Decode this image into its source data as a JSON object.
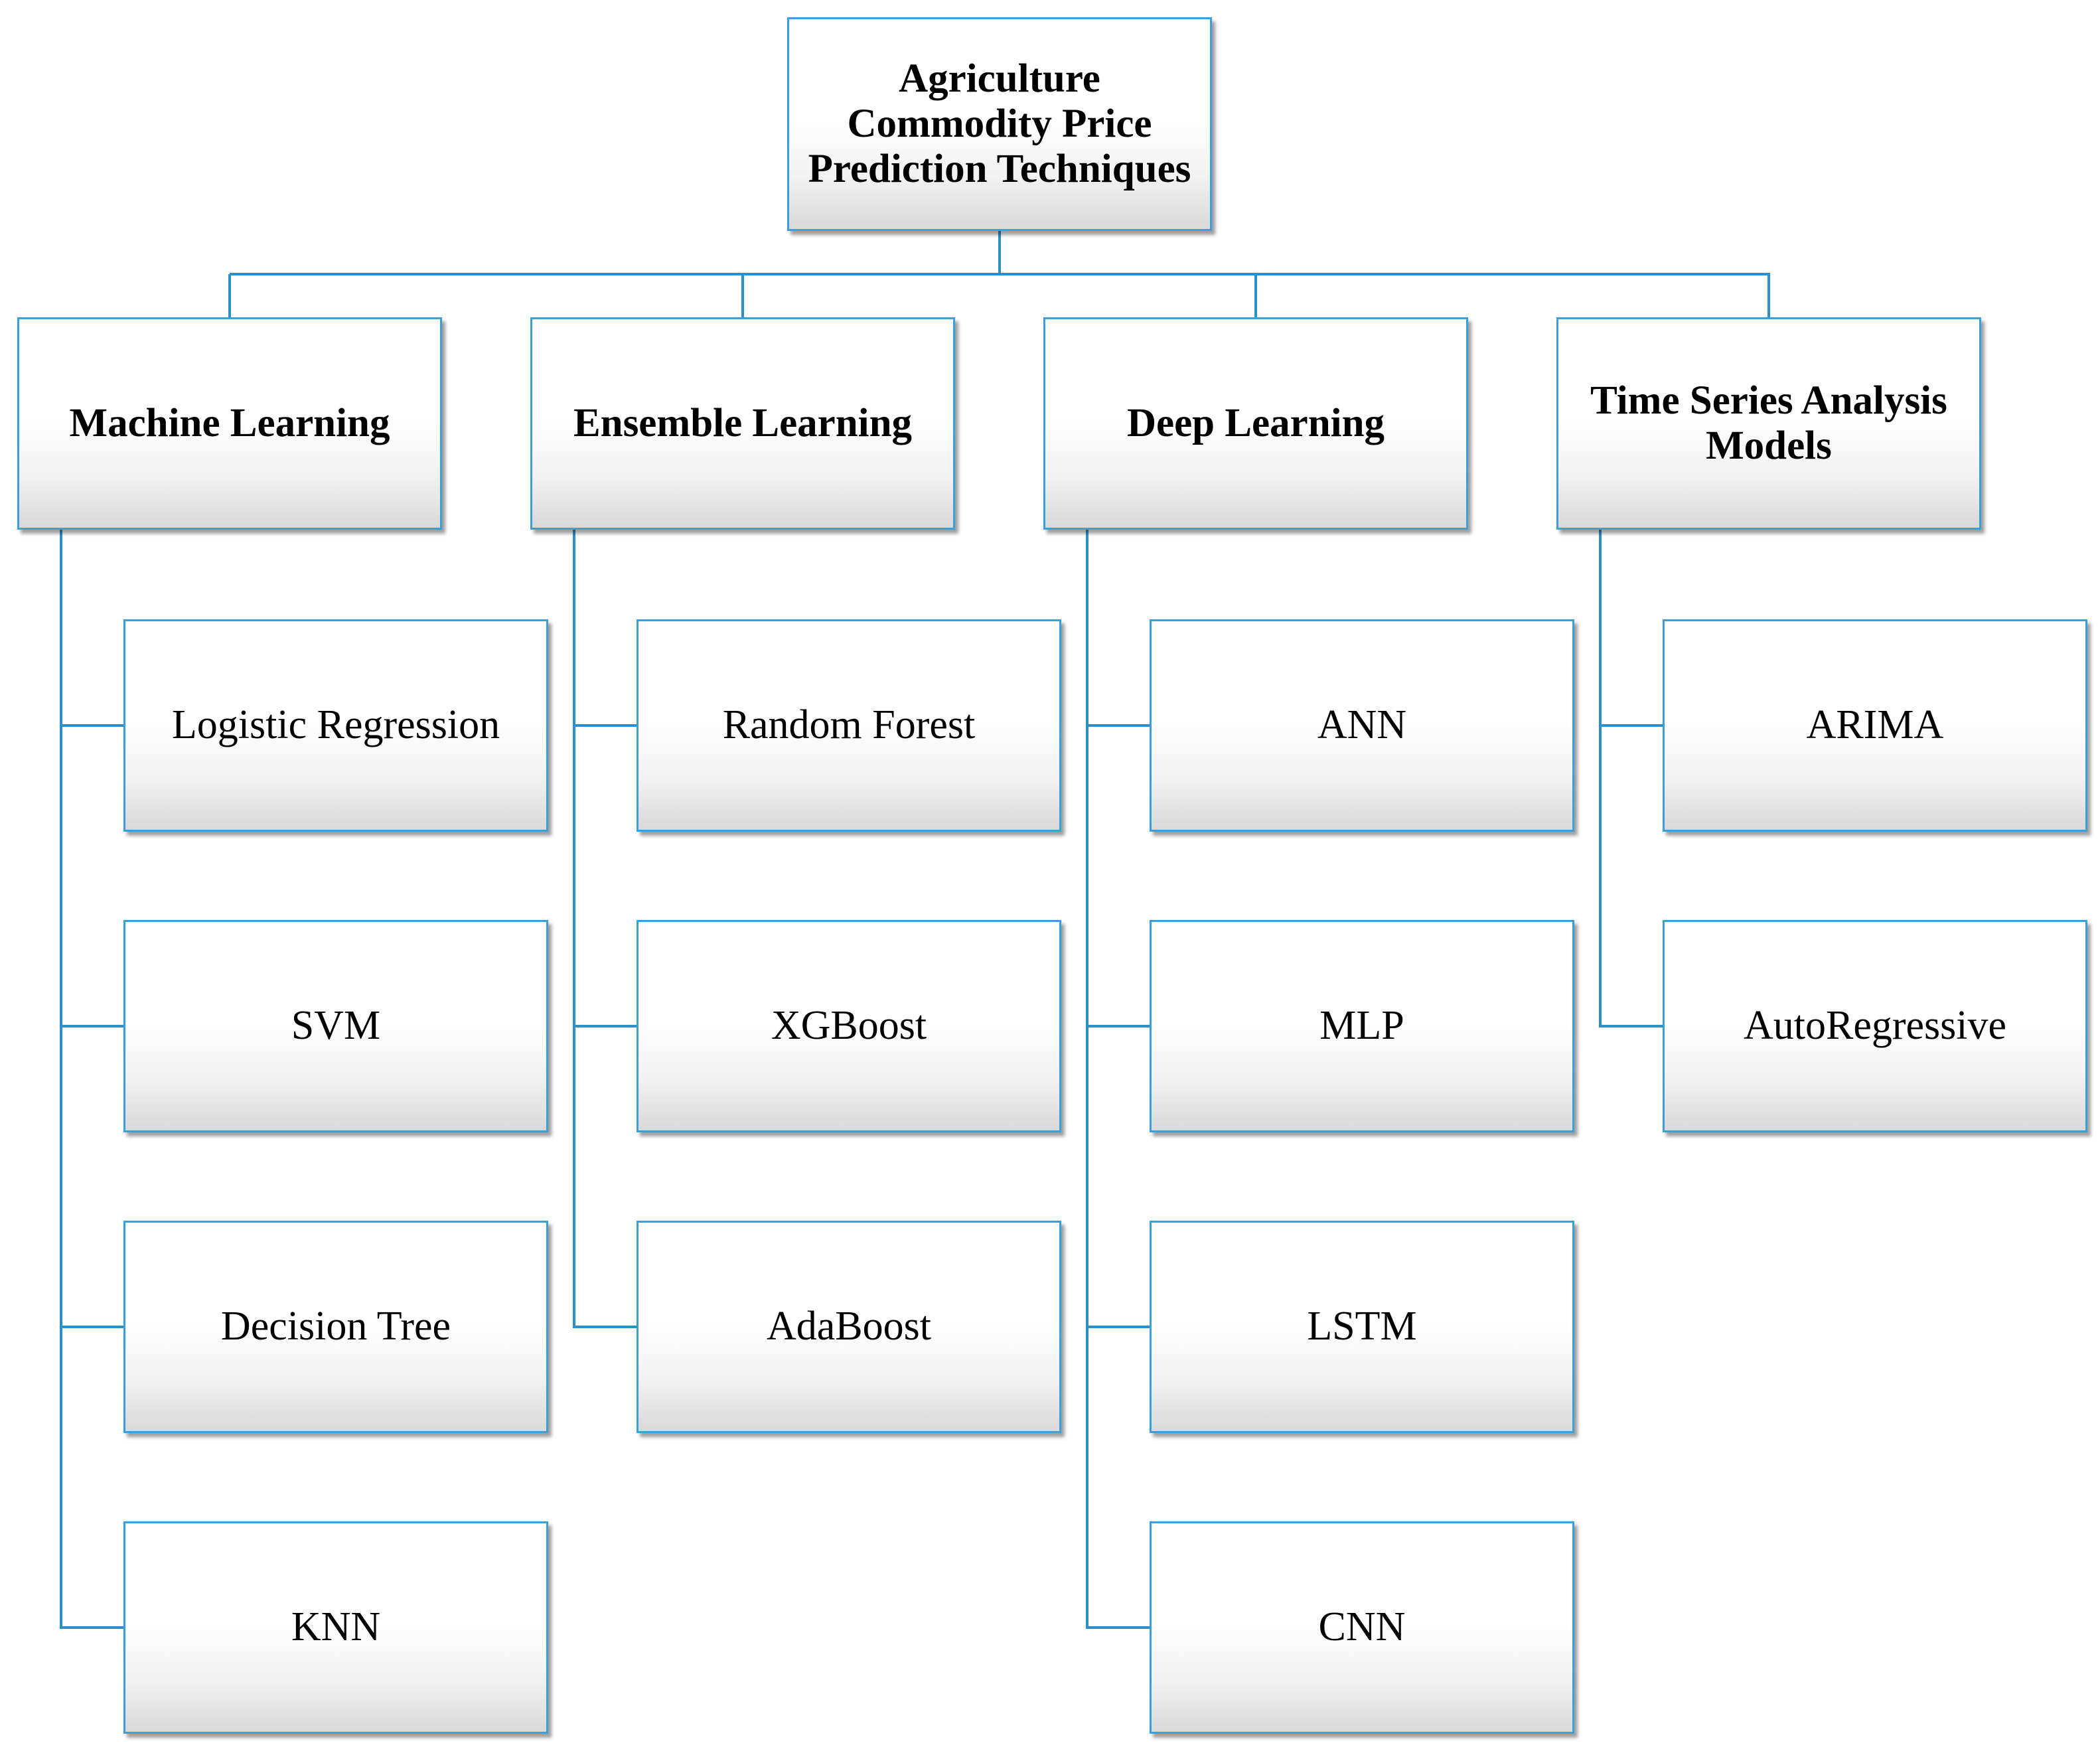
{
  "diagram": {
    "root": {
      "lines": [
        "Agriculture",
        "Commodity Price",
        "Prediction Techniques"
      ]
    },
    "categories": [
      {
        "lines": [
          "Machine Learning"
        ],
        "items": [
          "Logistic Regression",
          "SVM",
          "Decision Tree",
          "KNN"
        ]
      },
      {
        "lines": [
          "Ensemble Learning"
        ],
        "items": [
          "Random Forest",
          "XGBoost",
          "AdaBoost"
        ]
      },
      {
        "lines": [
          "Deep Learning"
        ],
        "items": [
          "ANN",
          "MLP",
          "LSTM",
          "CNN"
        ]
      },
      {
        "lines": [
          "Time Series Analysis",
          "Models"
        ],
        "items": [
          "ARIMA",
          "AutoRegressive"
        ]
      }
    ],
    "colors": {
      "box_border": "#3d9fd8",
      "connector": "#2f8fc9",
      "text": "#000000"
    }
  }
}
